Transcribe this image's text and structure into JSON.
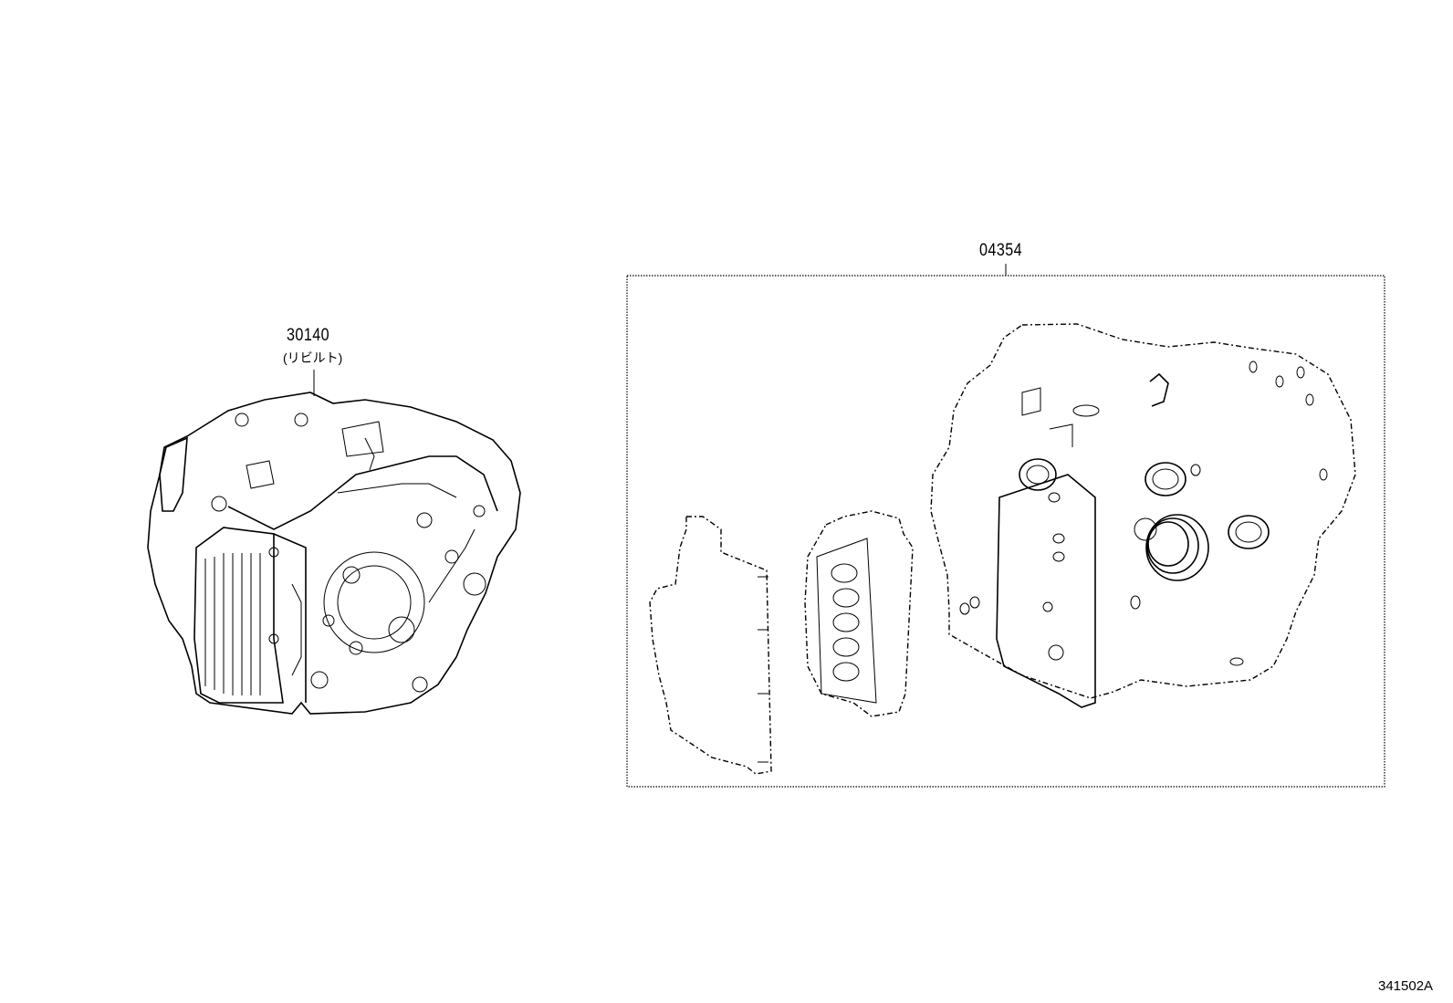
{
  "parts": [
    {
      "number": "30140",
      "note": "(リビルト)"
    },
    {
      "number": "04354"
    }
  ],
  "figure_id": "341502A"
}
